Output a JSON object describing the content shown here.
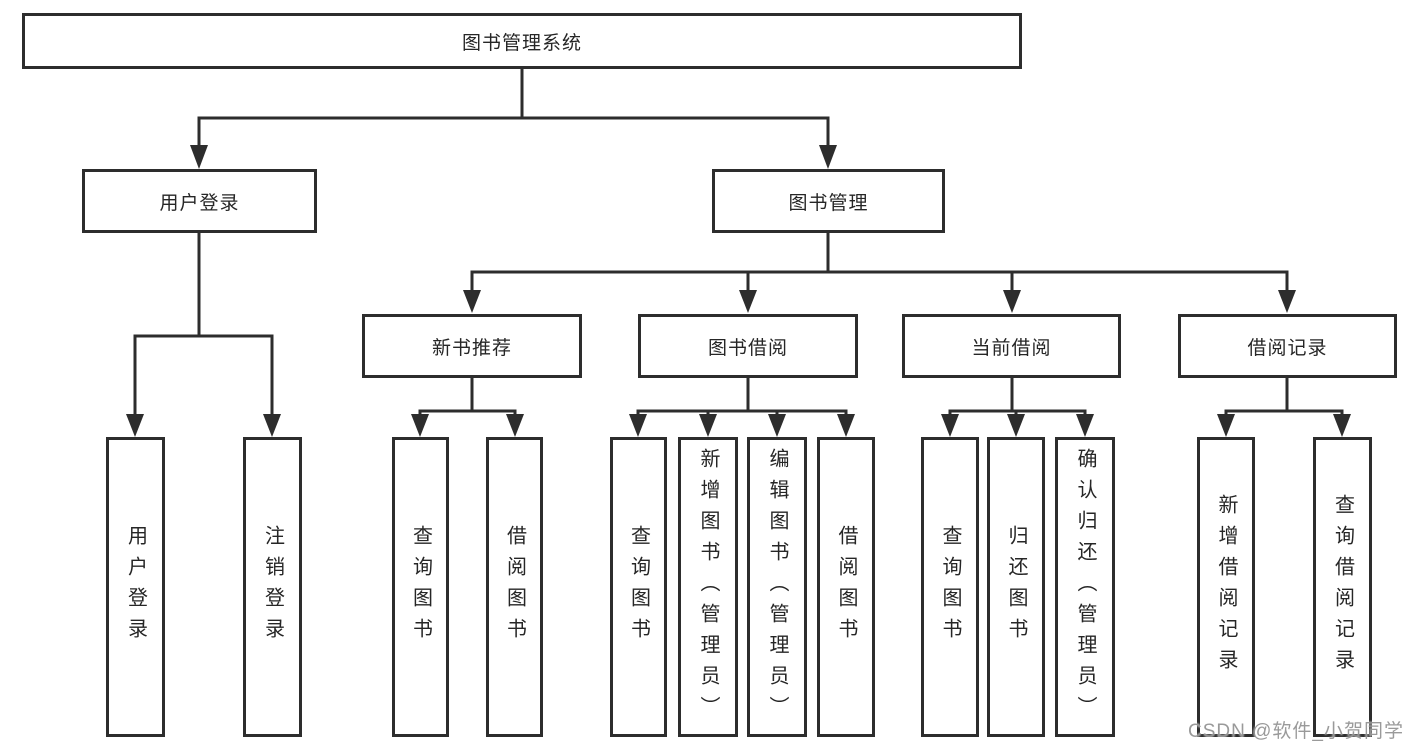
{
  "diagram": {
    "root": {
      "label": "图书管理系统"
    },
    "level2": [
      {
        "label": "用户登录"
      },
      {
        "label": "图书管理"
      }
    ],
    "level3": [
      {
        "label": "新书推荐"
      },
      {
        "label": "图书借阅"
      },
      {
        "label": "当前借阅"
      },
      {
        "label": "借阅记录"
      }
    ],
    "leaves": [
      {
        "label": "用户登录"
      },
      {
        "label": "注销登录"
      },
      {
        "label": "查询图书"
      },
      {
        "label": "借阅图书"
      },
      {
        "label": "查询图书"
      },
      {
        "label": "新增图书（管理员）"
      },
      {
        "label": "编辑图书（管理员）"
      },
      {
        "label": "借阅图书"
      },
      {
        "label": "查询图书"
      },
      {
        "label": "归还图书"
      },
      {
        "label": "确认归还（管理员）"
      },
      {
        "label": "新增借阅记录"
      },
      {
        "label": "查询借阅记录"
      }
    ],
    "colors": {
      "line": "#2d2d2d",
      "text": "#262626",
      "background": "#ffffff",
      "watermark": "#919191"
    }
  },
  "watermark": {
    "text": "CSDN @软件_小贺同学"
  }
}
